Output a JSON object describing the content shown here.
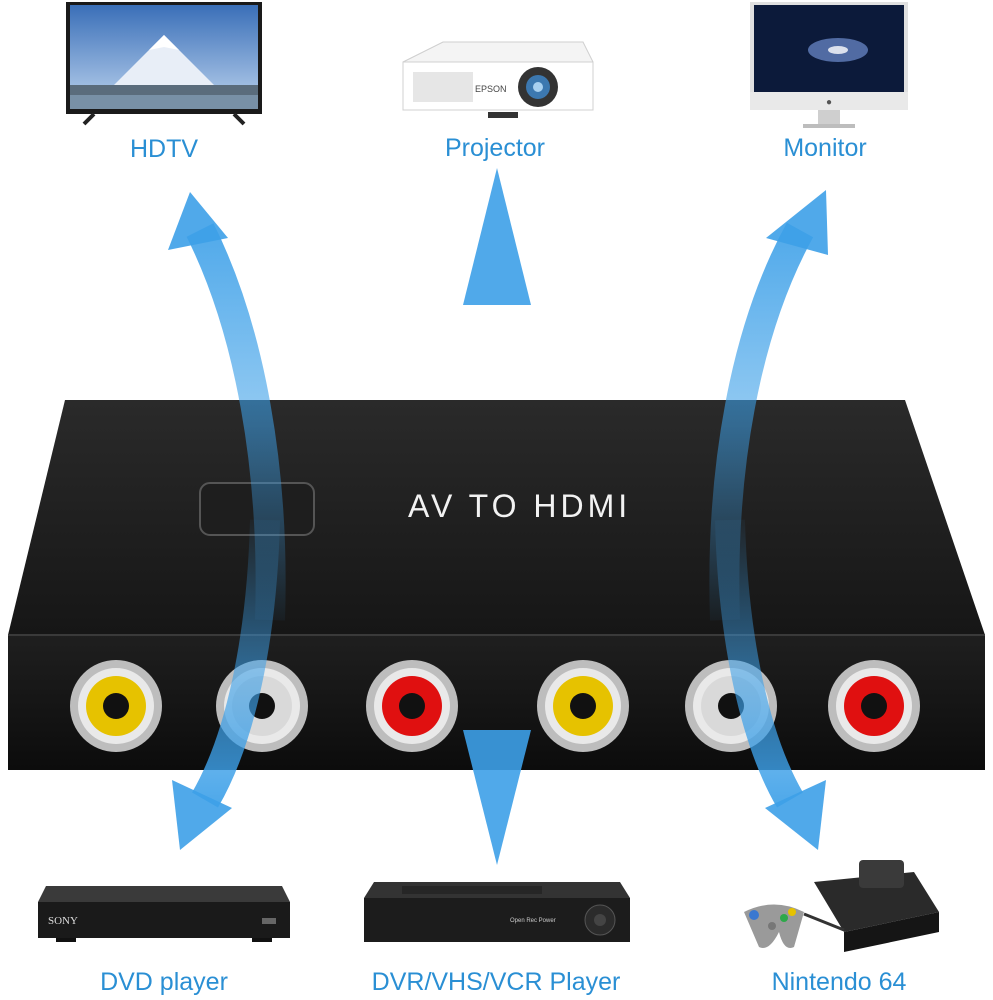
{
  "outputs": [
    {
      "label": "HDTV"
    },
    {
      "label": "Projector",
      "brand": "EPSON"
    },
    {
      "label": "Monitor"
    }
  ],
  "inputs": [
    {
      "label": "DVD player",
      "brand": "SONY"
    },
    {
      "label": "DVR/VHS/VCR Player",
      "panel_text": "Open  Rec  Power"
    },
    {
      "label": "Nintendo 64"
    }
  ],
  "device": {
    "title": "AV TO HDMI",
    "jack_colors": [
      "#e6c200",
      "#d9d9d9",
      "#e01010",
      "#e6c200",
      "#d9d9d9",
      "#e01010"
    ]
  },
  "colors": {
    "label": "#2a8fd4",
    "arrow": "#3da0e8",
    "device": "#1b1b1b"
  }
}
